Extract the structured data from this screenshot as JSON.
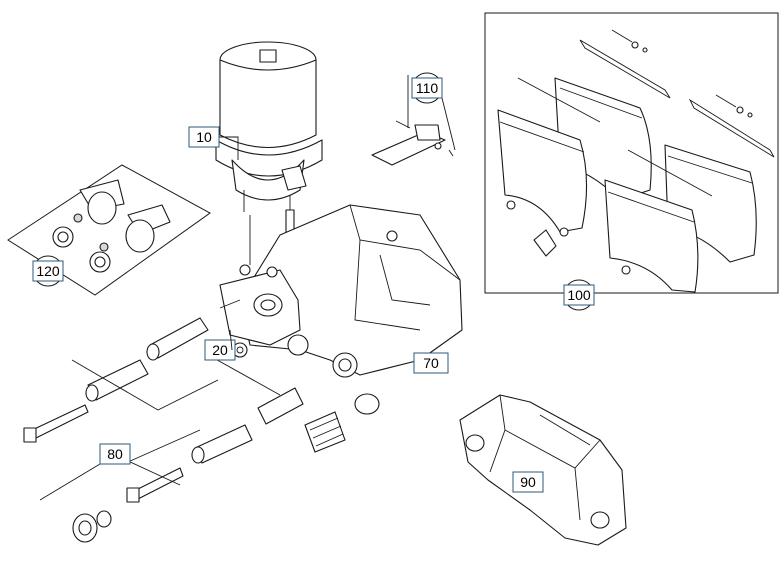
{
  "callouts": {
    "c10": {
      "text": "10"
    },
    "c20": {
      "text": "20"
    },
    "c70": {
      "text": "70"
    },
    "c80": {
      "text": "80"
    },
    "c90": {
      "text": "90"
    },
    "c100": {
      "text": "100"
    },
    "c110": {
      "text": "110"
    },
    "c120": {
      "text": "120"
    }
  }
}
